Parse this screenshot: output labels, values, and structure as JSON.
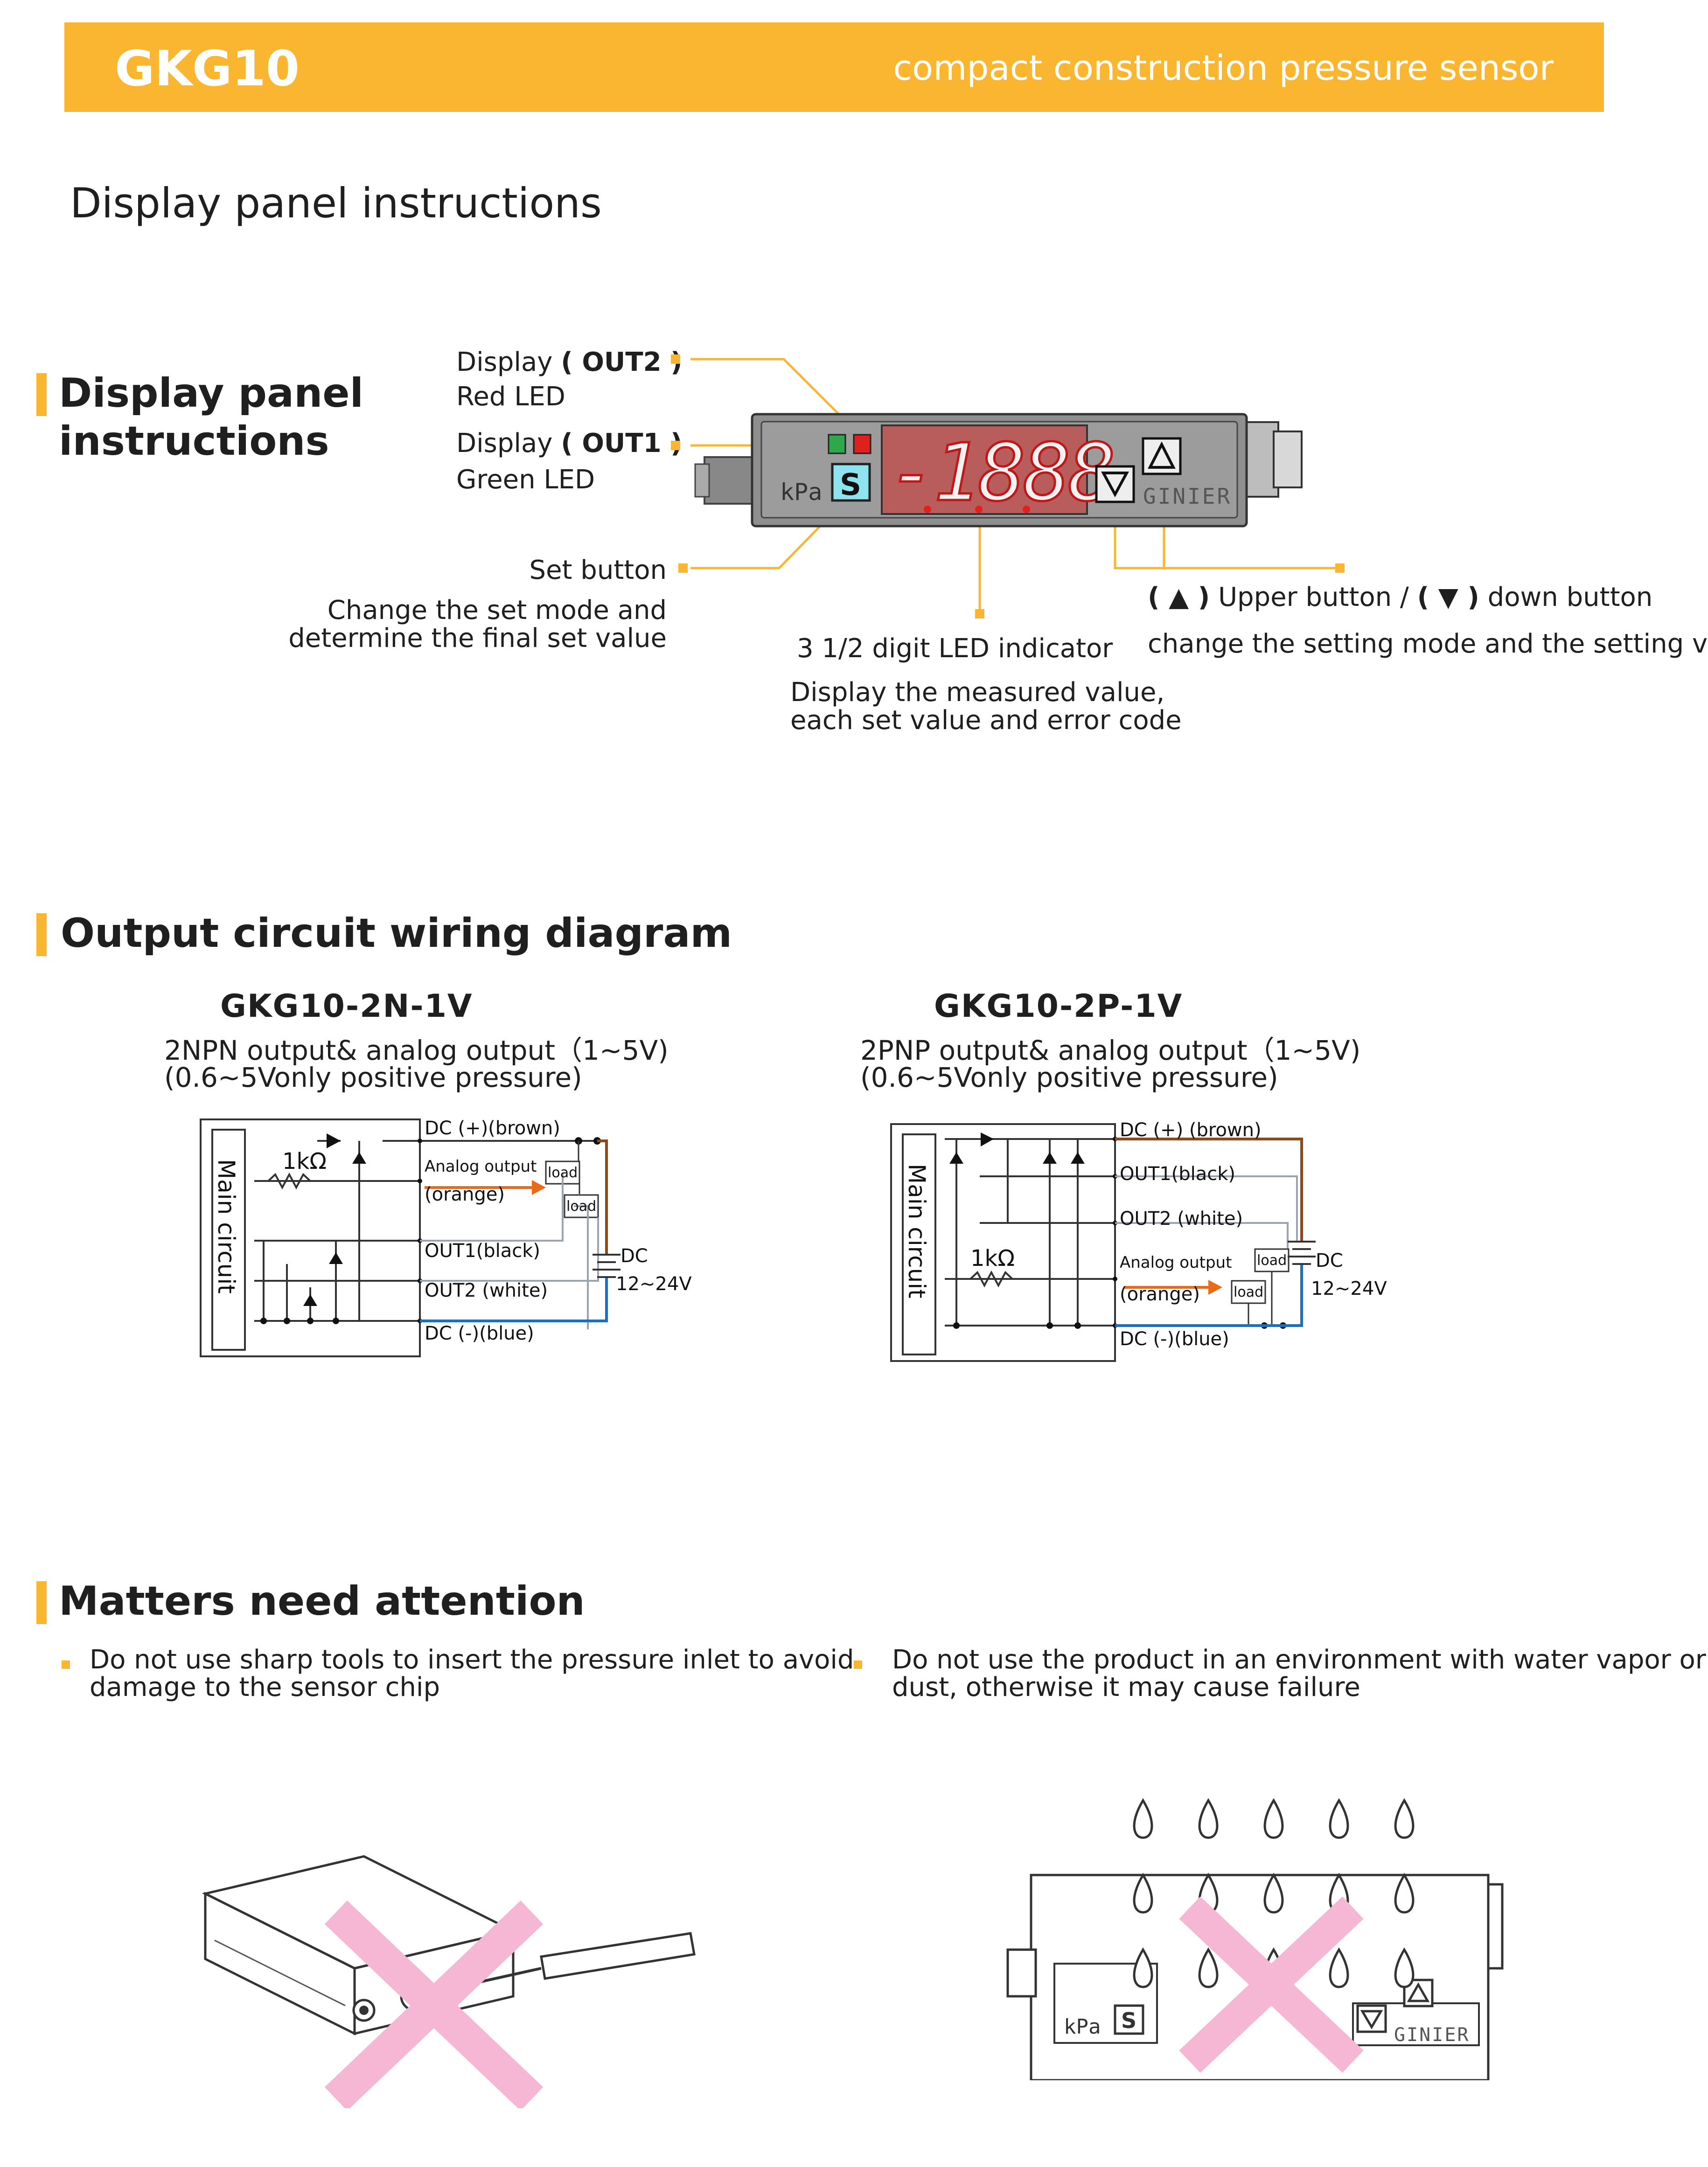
{
  "header": {
    "model": "GKG10",
    "subtitle": "compact construction pressure sensor"
  },
  "page_title": "Display panel instructions",
  "display_section": {
    "heading_line1": "Display panel",
    "heading_line2": "instructions",
    "out2_prefix": "Display",
    "out2_label": "( OUT2 )",
    "out2_desc": "Red LED",
    "out1_prefix": "Display",
    "out1_label": "( OUT1 )",
    "out1_desc": "Green LED",
    "set_button_title": "Set button",
    "set_button_desc1": "Change the set mode and",
    "set_button_desc2": "determine the final set value",
    "led_title": "3 1/2 digit LED indicator",
    "led_desc1": "Display the measured value,",
    "led_desc2": "each set value and error code",
    "updown_title_a": "( ▲ )",
    "updown_title_b": "Upper button /",
    "updown_title_c": "( ▼ )",
    "updown_title_d": "down button",
    "updown_desc": "change the setting mode and the setting value"
  },
  "device": {
    "unit": "kPa",
    "digits": "-1888",
    "set_key": "S",
    "brand": "GINIER",
    "up_symbol": "△",
    "down_symbol": "▽"
  },
  "wiring_section": {
    "heading": "Output circuit wiring diagram",
    "left": {
      "model": "GKG10-2N-1V",
      "desc1": "2NPN output& analog output（1~5V)",
      "desc2": "(0.6~5Vonly positive pressure)",
      "main_circuit": "Main circuit",
      "resistor": "1kΩ",
      "dc_plus": "DC (+)(brown)",
      "analog": "Analog output",
      "orange": "(orange)",
      "out1": "OUT1(black)",
      "out2": "OUT2 (white)",
      "dc_minus": "DC (-)(blue)",
      "load": "load",
      "dc": "DC",
      "voltage": "12~24V"
    },
    "right": {
      "model": "GKG10-2P-1V",
      "desc1": "2PNP output& analog output（1~5V)",
      "desc2": "(0.6~5Vonly positive pressure)",
      "main_circuit": "Main circuit",
      "resistor": "1kΩ",
      "dc_plus": "DC (+) (brown)",
      "out1": "OUT1(black)",
      "out2": "OUT2 (white)",
      "analog": "Analog output",
      "orange": "(orange)",
      "dc_minus": "DC (-)(blue)",
      "load": "load",
      "dc": "DC",
      "voltage": "12~24V"
    }
  },
  "attention_section": {
    "heading": "Matters need attention",
    "note1_line1": "Do not use sharp tools to insert the pressure inlet to avoid",
    "note1_line2": "damage to the sensor chip",
    "note2_line1": "Do not use the product in an environment with water vapor or",
    "note2_line2": "dust, otherwise it may cause failure",
    "device_unit": "kPa",
    "device_key": "S",
    "device_brand": "GINIER"
  },
  "colors": {
    "accent": "#fbb631",
    "led_red": "#e0201c",
    "led_green": "#2ea84a",
    "display_bg": "#b85c5c",
    "wire_brown": "#8a4a1c",
    "wire_blue": "#1f6fc0",
    "arrow_orange": "#e86a1a",
    "cross_pink": "#f5b7d3"
  }
}
